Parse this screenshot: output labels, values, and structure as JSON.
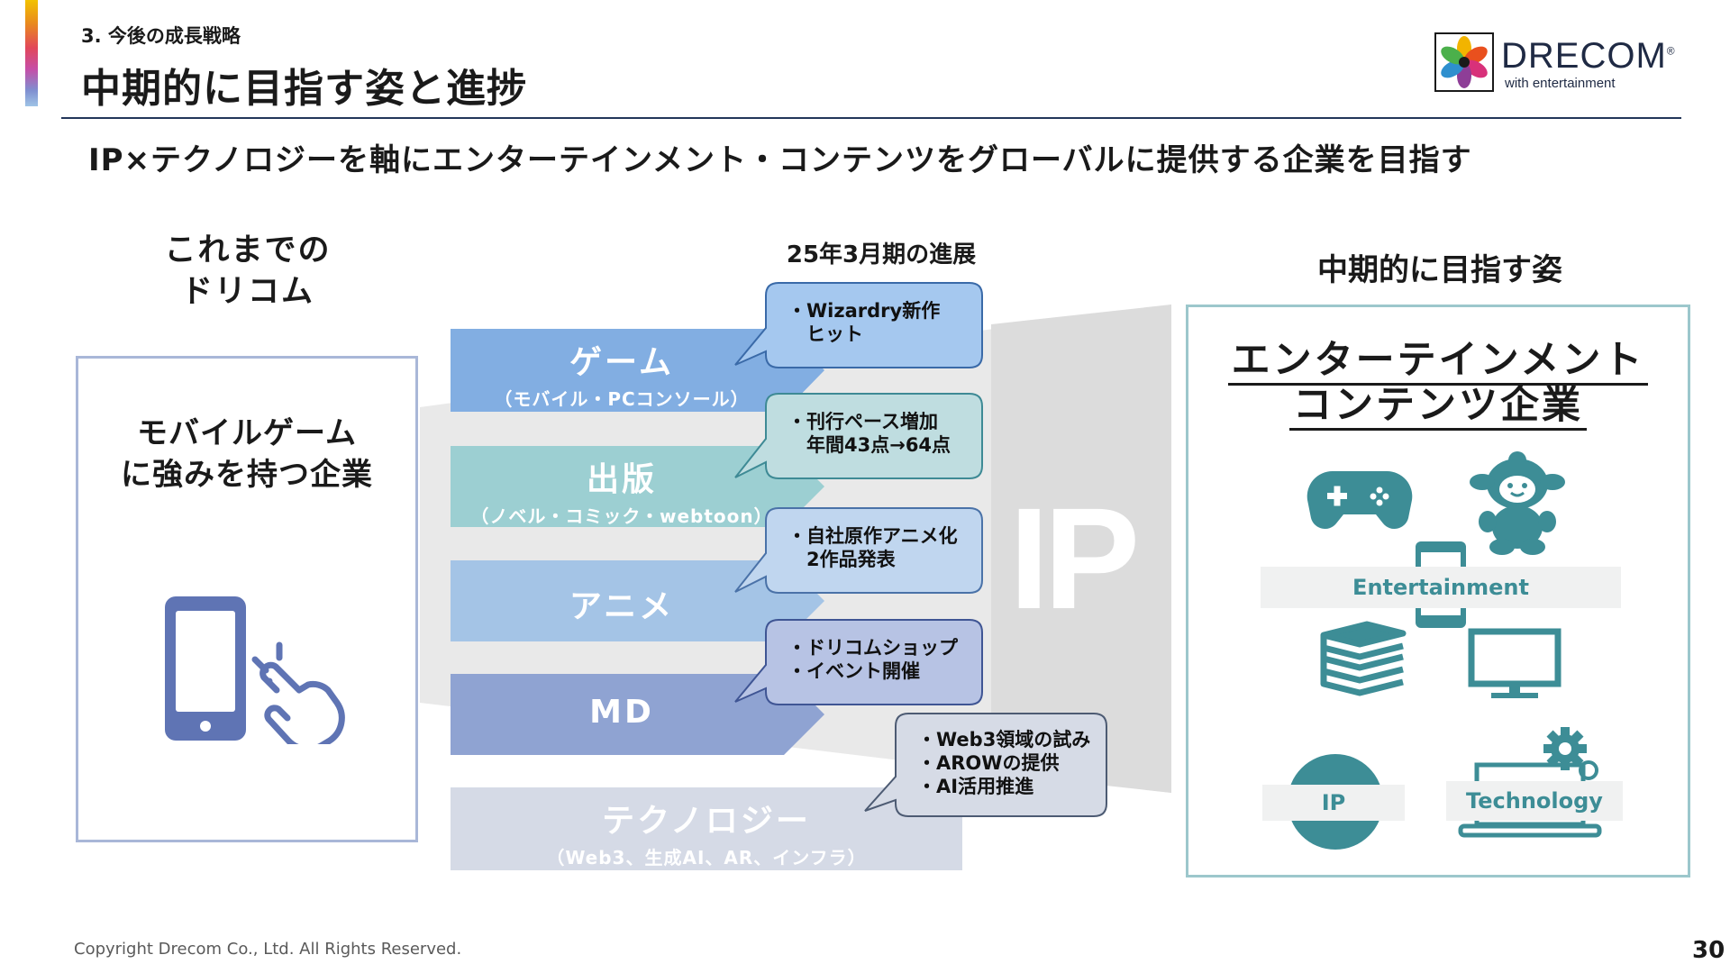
{
  "section_label": "3. 今後の成長戦略",
  "page_title": "中期的に目指す姿と進捗",
  "brand": {
    "name": "DRECOM",
    "registered": "®",
    "tagline": "with entertainment"
  },
  "headline": "IP×テクノロジーを軸にエンターテインメント・コンテンツをグローバルに提供する企業を目指す",
  "past": {
    "heading": [
      "これまでの",
      "ドリコム"
    ],
    "description": [
      "モバイルゲーム",
      "に強みを持つ企業"
    ]
  },
  "progress_title": "25年3月期の進展",
  "bands": [
    {
      "title": "ゲーム",
      "subtitle": "（モバイル・PCコンソール）",
      "color": "#82aee2"
    },
    {
      "title": "出版",
      "subtitle": "（ノベル・コミック・webtoon）",
      "color": "#9ccfd2"
    },
    {
      "title": "アニメ",
      "subtitle": "",
      "color": "#a4c4e6"
    },
    {
      "title": "MD",
      "subtitle": "",
      "color": "#8fa3d2"
    },
    {
      "title": "テクノロジー",
      "subtitle": "（Web3、生成AI、AR、インフラ）",
      "color": "#d5dae6"
    }
  ],
  "callouts": [
    {
      "lines": [
        "・Wizardry新作",
        "　ヒット"
      ],
      "fill": "#a5c8ef",
      "stroke": "#3a6aa8"
    },
    {
      "lines": [
        "・刊行ペース増加",
        "　年間43点→64点"
      ],
      "fill": "#bfdde0",
      "stroke": "#3e8a95"
    },
    {
      "lines": [
        "・自社原作アニメ化",
        "　2作品発表"
      ],
      "fill": "#c0d6ef",
      "stroke": "#4a72a8"
    },
    {
      "lines": [
        "・ドリコムショップ",
        "・イベント開催"
      ],
      "fill": "#b7c3e4",
      "stroke": "#3f5594"
    },
    {
      "lines": [
        "・Web3領域の試み",
        "・AROWの提供",
        "・AI活用推進"
      ],
      "fill": "#d6dbe6",
      "stroke": "#4d5b73"
    }
  ],
  "ip_label": "IP",
  "future": {
    "heading": "中期的に目指す姿",
    "title": [
      "エンターテインメント",
      "コンテンツ企業"
    ],
    "labels": {
      "entertainment": "Entertainment",
      "ip": "IP",
      "technology": "Technology"
    }
  },
  "colors": {
    "teal": "#3d8d96",
    "phone": "#5f74b4",
    "title_rule": "#23365a"
  },
  "icons": [
    "smartphone-icon",
    "tap-hand-icon",
    "gamepad-icon",
    "teddy-bear-icon",
    "phone-icon",
    "books-icon",
    "monitor-icon",
    "ip-circle-icon",
    "laptop-gear-icon",
    "logo-flower-icon"
  ],
  "footer": "Copyright Drecom Co., Ltd. All Rights Reserved.",
  "page_number": "30"
}
